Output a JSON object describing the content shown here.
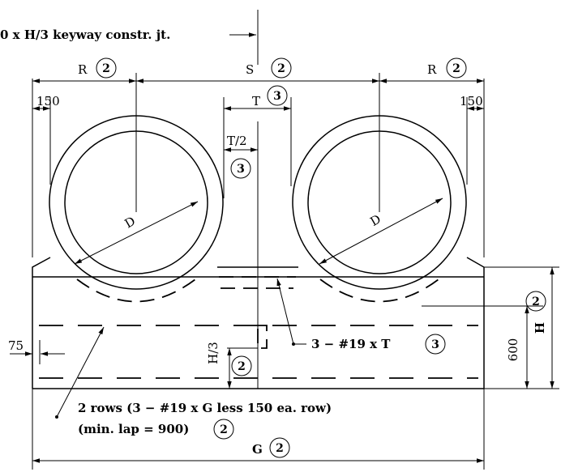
{
  "labels": {
    "keyway": "0 x H/3 keyway constr. jt.",
    "R": "R",
    "S": "S",
    "T": "T",
    "T_half": "T/2",
    "D": "D",
    "dim_150": "150",
    "dim_75": "75",
    "dim_600": "600",
    "H": "H",
    "H_third": "H/3",
    "G": "G",
    "bar_T": "3 − #19 x T",
    "rows_line1": "2 rows (3 − #19 x G less 150 ea. row)",
    "rows_line2": "(min. lap = 900)"
  },
  "notes": {
    "n2": "2",
    "n3": "3"
  }
}
